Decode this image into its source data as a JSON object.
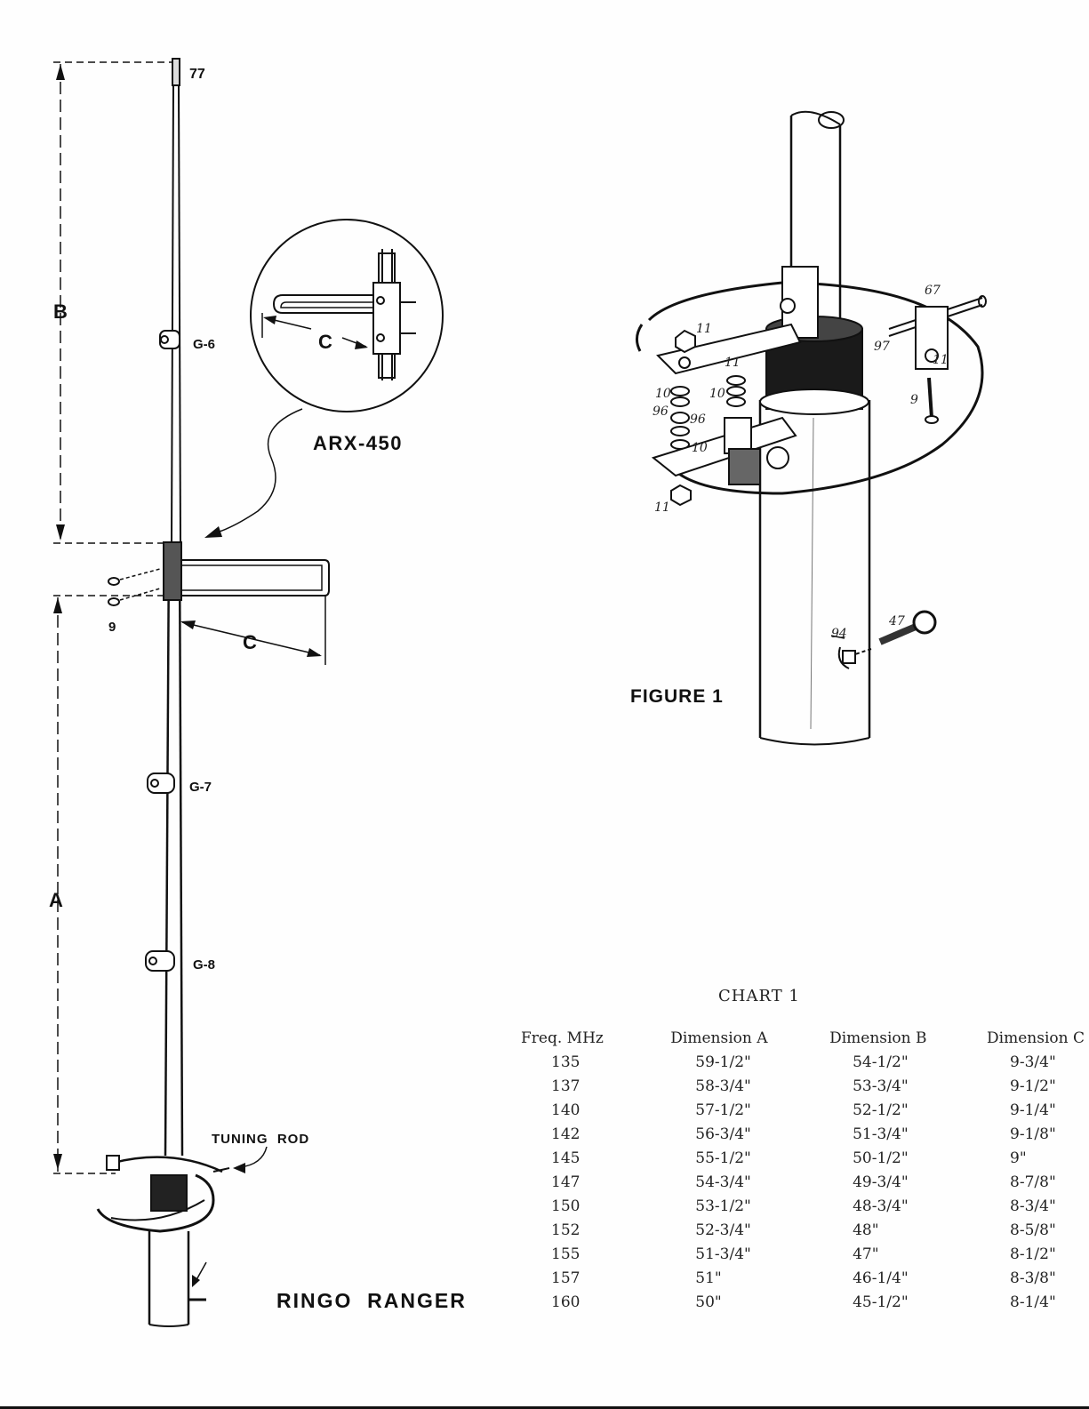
{
  "left_figure": {
    "part_labels": [
      "77",
      "G-6",
      "G-7",
      "G-8",
      "9"
    ],
    "dimension_labels": [
      "B",
      "A",
      "C",
      "C"
    ],
    "inset_label": "ARX-450",
    "tuning_label": "TUNING  ROD",
    "title": "RINGO  RANGER"
  },
  "figure1": {
    "title": "FIGURE 1",
    "part_numbers": [
      "11",
      "11",
      "11",
      "11",
      "10",
      "10",
      "10",
      "96",
      "96",
      "97",
      "67",
      "9",
      "94",
      "47"
    ]
  },
  "chart": {
    "title": "CHART 1",
    "headers": [
      "Freq. MHz",
      "Dimension A",
      "Dimension B",
      "Dimension C"
    ],
    "rows": [
      [
        "135",
        "59-1/2\"",
        "54-1/2\"",
        "9-3/4\""
      ],
      [
        "137",
        "58-3/4\"",
        "53-3/4\"",
        "9-1/2\""
      ],
      [
        "140",
        "57-1/2\"",
        "52-1/2\"",
        "9-1/4\""
      ],
      [
        "142",
        "56-3/4\"",
        "51-3/4\"",
        "9-1/8\""
      ],
      [
        "145",
        "55-1/2\"",
        "50-1/2\"",
        "9\""
      ],
      [
        "147",
        "54-3/4\"",
        "49-3/4\"",
        "8-7/8\""
      ],
      [
        "150",
        "53-1/2\"",
        "48-3/4\"",
        "8-3/4\""
      ],
      [
        "152",
        "52-3/4\"",
        "48\"",
        "8-5/8\""
      ],
      [
        "155",
        "51-3/4\"",
        "47\"",
        "8-1/2\""
      ],
      [
        "157",
        "51\"",
        "46-1/4\"",
        "8-3/8\""
      ],
      [
        "160",
        "50\"",
        "45-1/2\"",
        "8-1/4\""
      ]
    ]
  }
}
